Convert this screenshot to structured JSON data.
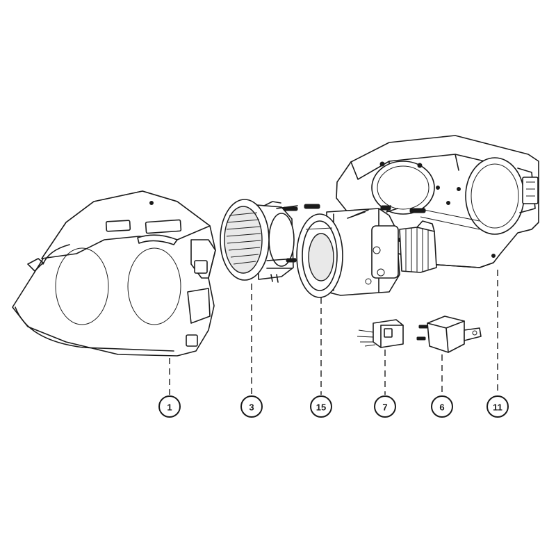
{
  "callouts": [
    {
      "id": "c1",
      "label": "1"
    },
    {
      "id": "c3",
      "label": "3"
    },
    {
      "id": "c15",
      "label": "15"
    },
    {
      "id": "c7",
      "label": "7"
    },
    {
      "id": "c6",
      "label": "6"
    },
    {
      "id": "c11",
      "label": "11"
    }
  ],
  "colors": {
    "line": "#1a1a1a",
    "background": "#ffffff",
    "shade": "#e9e9e9"
  }
}
